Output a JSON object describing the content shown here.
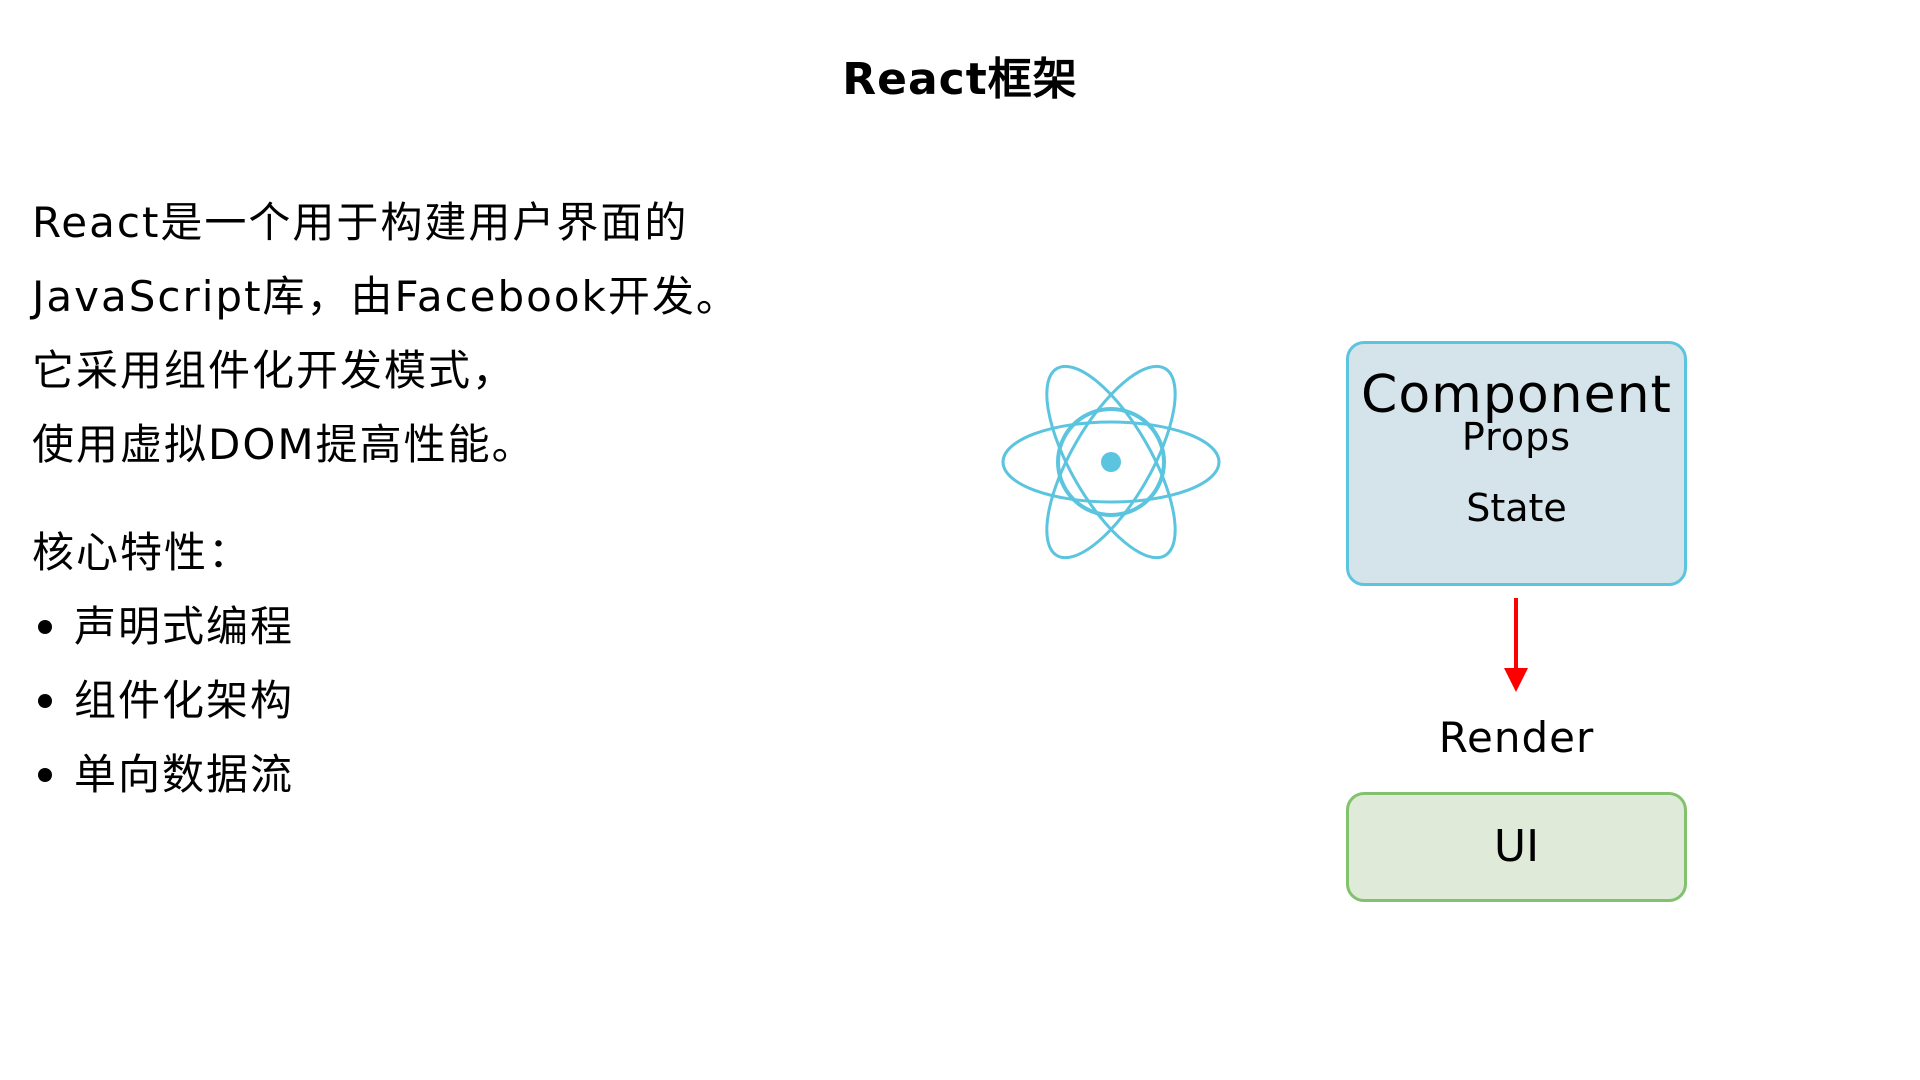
{
  "slide": {
    "title": "React框架"
  },
  "intro": {
    "lines": [
      "React是一个用于构建用户界面的",
      "JavaScript库，由Facebook开发。",
      "它采用组件化开发模式，",
      "使用虚拟DOM提高性能。"
    ]
  },
  "features": {
    "heading": "核心特性：",
    "items": [
      "声明式编程",
      "组件化架构",
      "单向数据流"
    ]
  },
  "diagram": {
    "logo_icon": "react-atom-icon",
    "component_box": {
      "title": "Component",
      "props": "Props",
      "state": "State"
    },
    "arrow_label": "Render",
    "ui_box": {
      "label": "UI"
    }
  },
  "colors": {
    "react_blue": "#5bc4de",
    "component_fill": "#d5e3ea",
    "ui_fill": "#e0ead8",
    "ui_border": "#82c26e",
    "arrow": "#ff0000"
  }
}
